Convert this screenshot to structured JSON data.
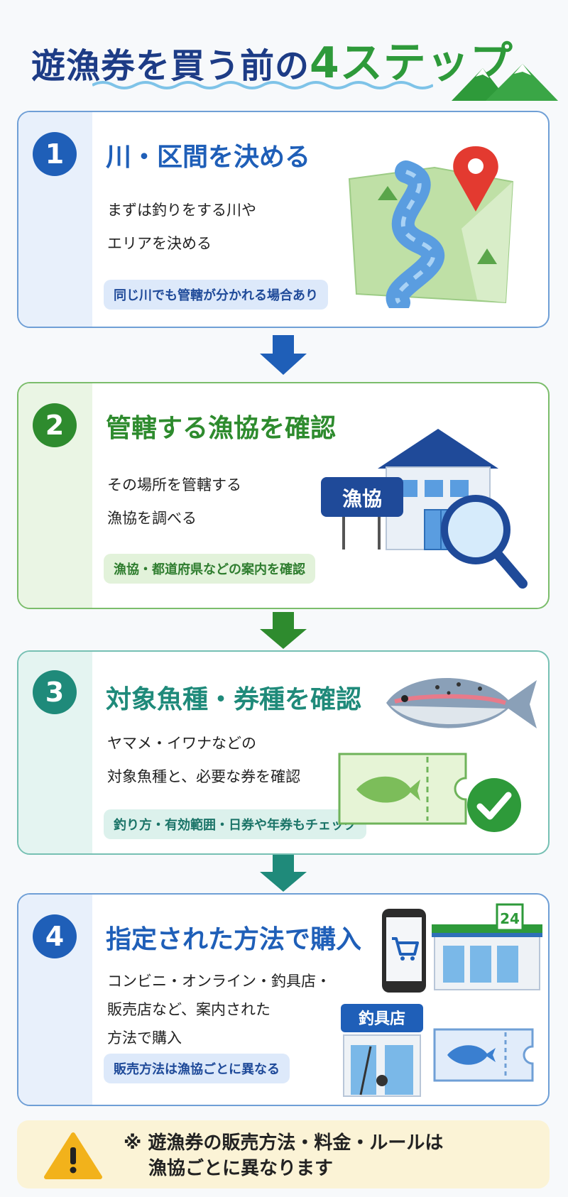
{
  "title": {
    "main": "遊漁券を買う前の",
    "number": "4",
    "suffix": "ステップ"
  },
  "steps": [
    {
      "number": "1",
      "heading": "川・区間を決める",
      "lines": [
        "まずは釣りをする川や",
        "エリアを決める"
      ],
      "tag": "同じ川でも管轄が分かれる場合あり",
      "illustration": "river-map-with-pin",
      "colors": {
        "primary": "#1f5fb8",
        "border": "#6f9fd6",
        "strip": "#e8f0fb",
        "tag_bg": "#dde9fa",
        "tag_text": "#1f4a99"
      }
    },
    {
      "number": "2",
      "heading": "管轄する漁協を確認",
      "lines": [
        "その場所を管轄する",
        "漁協を調べる"
      ],
      "tag": "漁協・都道府県などの案内を確認",
      "sign": "漁協",
      "illustration": "office-building-with-magnifier",
      "colors": {
        "primary": "#2e8b2e",
        "border": "#7bbd6b",
        "strip": "#eaf5e4",
        "tag_bg": "#e2f2da",
        "tag_text": "#2f7d2f"
      }
    },
    {
      "number": "3",
      "heading": "対象魚種・券種を確認",
      "lines": [
        "ヤマメ・イワナなどの",
        "対象魚種と、必要な券を確認"
      ],
      "tag": "釣り方・有効範囲・日券や年券もチェック",
      "illustration": "trout-ticket-checkmark",
      "colors": {
        "primary": "#1f8a7a",
        "border": "#76c0b3",
        "strip": "#e4f4f1",
        "tag_bg": "#dcf1ec",
        "tag_text": "#1b7468"
      }
    },
    {
      "number": "4",
      "heading": "指定された方法で購入",
      "lines": [
        "コンビニ・オンライン・釣具店・",
        "販売店など、案内された",
        "方法で購入"
      ],
      "tag": "販売方法は漁協ごとに異なる",
      "store_number": "24",
      "shop_sign": "釣具店",
      "illustration": "phone-cart-convenience-store-tackle-shop",
      "colors": {
        "primary": "#1f5fb8",
        "border": "#6f9fd6",
        "strip": "#e8f0fb",
        "tag_bg": "#dde9fa",
        "tag_text": "#1f4a99"
      }
    }
  ],
  "note": {
    "icon": "warning-icon",
    "lines": [
      "※ 遊漁券の販売方法・料金・ルールは",
      "　 漁協ごとに異なります"
    ]
  },
  "palette": {
    "title": "#1d3c86",
    "accent": "#2e9a3a",
    "note_bg": "#fbf3d6",
    "warning": "#f2b21b"
  }
}
